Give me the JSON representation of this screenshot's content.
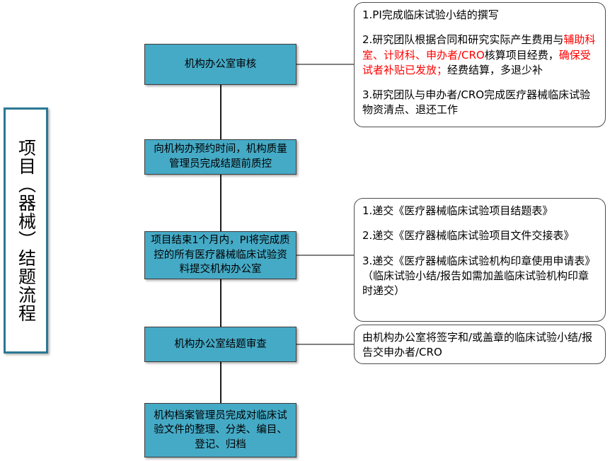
{
  "title_panel": {
    "text": "项目（器械）结题流程"
  },
  "process_steps": [
    {
      "id": "proc-1",
      "label": "机构办公室审核"
    },
    {
      "id": "proc-2",
      "label": "向机构办预约时间，机构质量管理员完成结题前质控"
    },
    {
      "id": "proc-3",
      "label": "项目结束1个月内，PI将完成质控的所有医疗器械临床试验资料提交机构办公室"
    },
    {
      "id": "proc-4",
      "label": "机构办公室结题审查"
    },
    {
      "id": "proc-5",
      "label": "机构档案管理员完成对临床试验文件的整理、分类、编目、登记、归档"
    }
  ],
  "notes": {
    "note_1": {
      "item_1": "1.PI完成临床试验小结的撰写",
      "item_2_part_1": "2.研究团队根据合同和研究实际产生费用与",
      "item_2_red_1": "辅助科室、计财科、申办者/CRO",
      "item_2_part_2": "核算项目经费，",
      "item_2_red_2": "确保受试者补贴已发放；",
      "item_2_part_3": "经费结算，多退少补",
      "item_3": "3.研究团队与申办者/CRO完成医疗器械临床试验物资清点、退还工作"
    },
    "note_2": {
      "item_1": "1.递交《医疗器械临床试验项目结题表》",
      "item_2": "2.递交《医疗器械临床试验项目文件交接表》",
      "item_3": "3.递交《医疗器械临床试验机构印章使用申请表》（临床试验小结/报告如需加盖临床试验机构印章时递交）"
    },
    "note_3": {
      "item_1": "由机构办公室将签字和/或盖章的临床试验小结/报告交申办者/CRO"
    }
  },
  "colors": {
    "process_fill": "#45aac6",
    "process_border": "#3c3c3c",
    "title_border": "#2b7894",
    "connector_vertical": "#1a1a1a",
    "connector_horizontal": "#808080",
    "note_border": "#4d4d4d",
    "highlight_red": "#ff0000",
    "background": "#ffffff"
  }
}
